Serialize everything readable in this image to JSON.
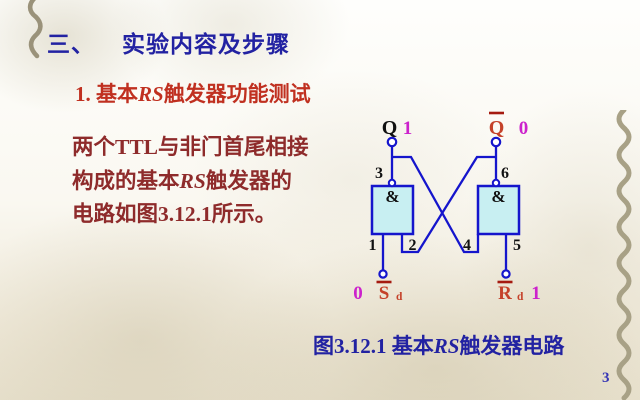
{
  "slide": {
    "title_prefix": "三、",
    "title_main": "实验内容及步骤",
    "subtitle": {
      "prefix": "1. 基本",
      "em": "RS",
      "suffix": "触发器功能测试"
    },
    "body": {
      "line1": "两个TTL与非门首尾相接",
      "line2_prefix": "构成的基本",
      "line2_em": "RS",
      "line2_suffix": "触发器的",
      "line3": "电路如图3.12.1所示。"
    },
    "caption": {
      "prefix": "图3.12.1 基本",
      "em": "RS",
      "suffix": "触发器电路"
    },
    "page_number": "3"
  },
  "circuit": {
    "description": "Basic RS flip-flop made of two cross-coupled NAND gates",
    "and_symbol_left": "&",
    "and_symbol_right": "&",
    "pins": {
      "p1": "1",
      "p2": "2",
      "p3": "3",
      "p4": "4",
      "p5": "5",
      "p6": "6"
    },
    "terminals": {
      "q_label": "Q",
      "q_value": "1",
      "qbar_label": "Q",
      "qbar_value": "0",
      "sd_label": "S",
      "sd_sub": "d",
      "sd_value": "0",
      "rd_label": "R",
      "rd_sub": "d",
      "rd_value": "1"
    }
  },
  "colors": {
    "title_blue": "#2222a2",
    "subtitle_red": "#c03020",
    "body_maroon": "#8e2b2b",
    "circuit_blue": "#1515cc",
    "gate_fill": "#c8eff2",
    "value_magenta": "#cc22cc",
    "terminal_label_red": "#c5422a",
    "overline_red": "#a51a10",
    "vine_olive": "#a39b7e",
    "page_number_blue": "#3535b5"
  }
}
